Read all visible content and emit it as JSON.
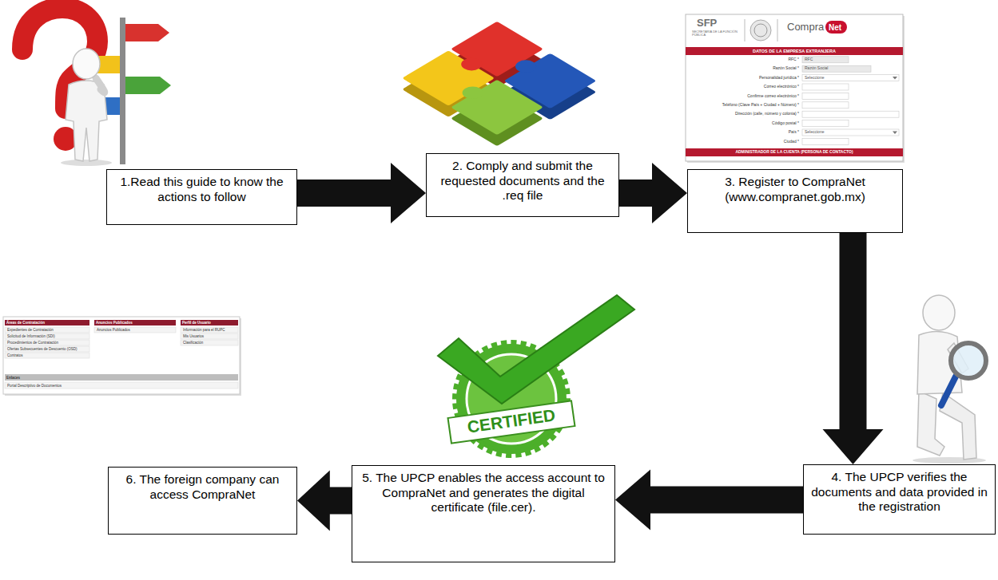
{
  "diagram": {
    "nodes": [
      {
        "text": [
          "1.Read this guide to know the actions to follow"
        ]
      },
      {
        "text": [
          "2. Comply and submit the requested documents and the .req file"
        ]
      },
      {
        "text": [
          "3. Register to CompraNet (www.compranet.gob.mx)"
        ]
      },
      {
        "text": [
          "4. The UPCP verifies the documents and data provided in the registration"
        ]
      },
      {
        "text": [
          "5. The UPCP enables the access account to CompraNet and generates the digital certificate (file.cer)."
        ]
      },
      {
        "text": [
          "6. The foreign company can access CompraNet"
        ]
      }
    ],
    "edges": [
      {
        "from": 0,
        "to": 1,
        "arrow": "to"
      },
      {
        "from": 1,
        "to": 2,
        "arrow": "to"
      },
      {
        "from": 2,
        "to": 3,
        "arrow": "to"
      },
      {
        "from": 3,
        "to": 4,
        "arrow": "to"
      },
      {
        "from": 4,
        "to": 5,
        "arrow": "to"
      }
    ],
    "labels": [
      "SFP",
      "SECRETARÍA DE LA FUNCIÓN PÚBLICA",
      "Compra",
      "Net",
      "DATOS DE LA EMPRESA EXTRANJERA",
      "RFC *",
      "RFC",
      "Razón Social *",
      "Razón Social",
      "Personalidad jurídica *",
      "Seleccione",
      "Correo electrónico *",
      "Confirme correo electrónico *",
      "Teléfono (Clave País + Ciudad + Número) *",
      "Dirección (calle, número y colonia) *",
      "Código postal *",
      "País *",
      "Seleccione",
      "Ciudad *",
      "ADMINISTRADOR DE LA CUENTA (PERSONA DE CONTACTO)",
      "CERTIFIED",
      "Áreas de Contratación",
      "Expedientes de Contratación",
      "Solicitud de Información (SDI)",
      "Procedimientos de Contratación",
      "Ofertas Subsecuentes de Descuento (OSD)",
      "Contratos",
      "Anuncios Publicados",
      "Anuncios Publicados",
      "Perfil de Usuario",
      "Información para el RUPC",
      "Mis Usuarios",
      "Clasificación",
      "Enlaces",
      "Portal Descriptivo de Documentos"
    ]
  }
}
